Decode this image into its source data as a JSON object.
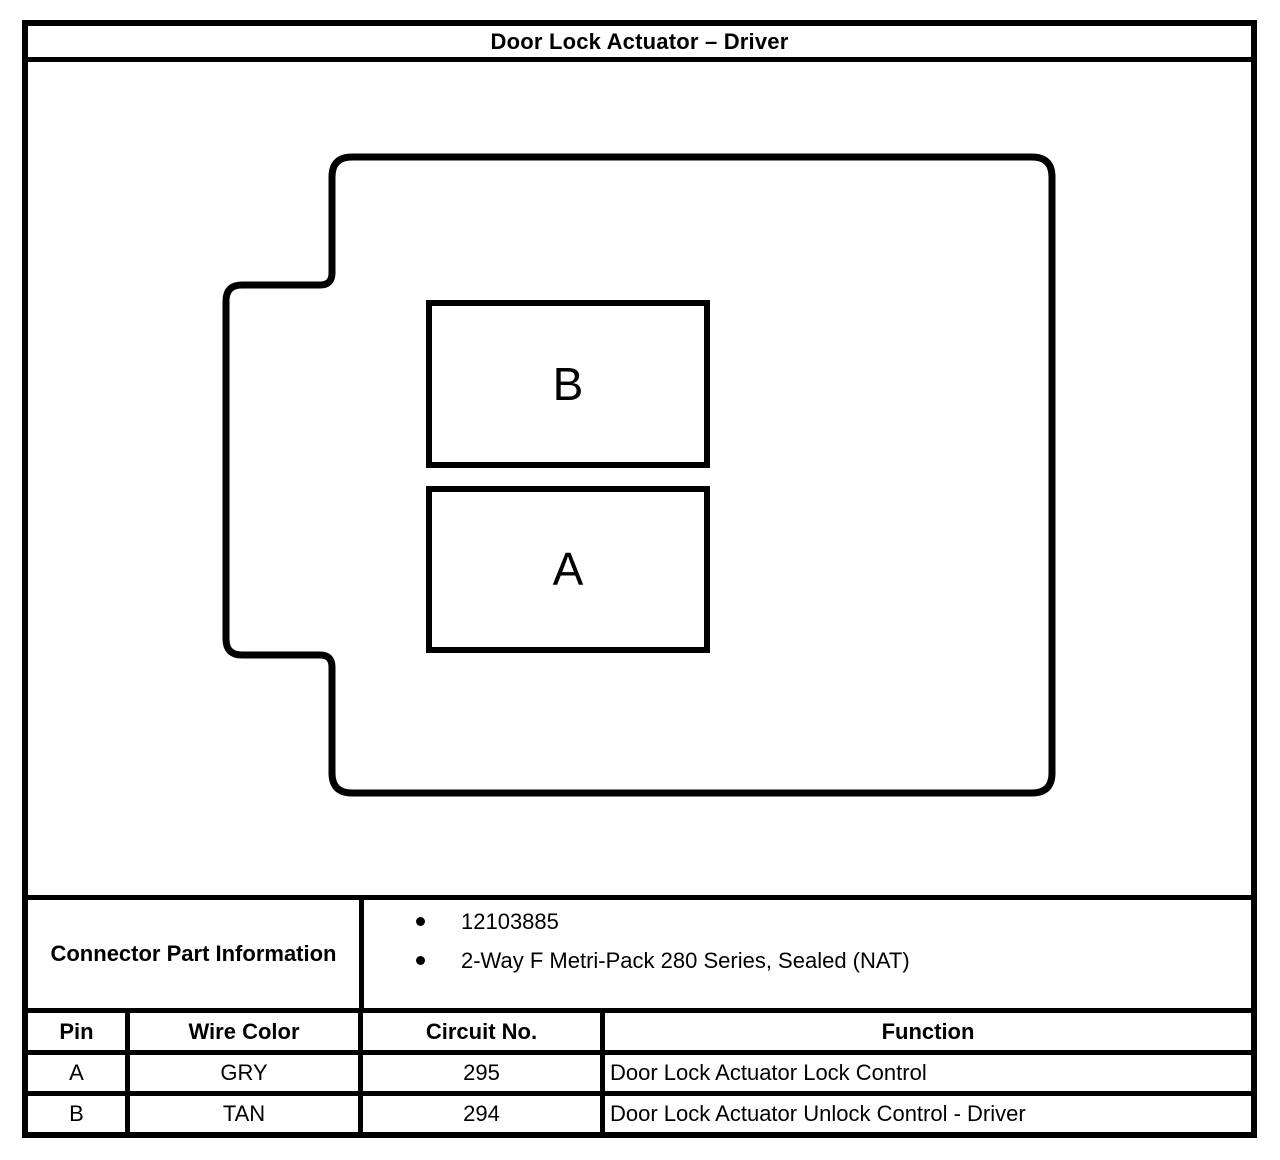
{
  "title": "Door Lock Actuator – Driver",
  "connector_diagram": {
    "pin_labels": {
      "top_cavity": "B",
      "bottom_cavity": "A"
    }
  },
  "connector_part_information": {
    "label": "Connector Part Information",
    "items": [
      "12103885",
      "2-Way F Metri-Pack 280 Series, Sealed (NAT)"
    ]
  },
  "pin_table": {
    "headers": [
      "Pin",
      "Wire Color",
      "Circuit No.",
      "Function"
    ],
    "rows": [
      {
        "pin": "A",
        "wire_color": "GRY",
        "circuit_no": "295",
        "function": "Door Lock Actuator Lock Control"
      },
      {
        "pin": "B",
        "wire_color": "TAN",
        "circuit_no": "294",
        "function": "Door Lock Actuator Unlock Control - Driver"
      }
    ]
  },
  "colors": {
    "ink": "#000000",
    "paper": "#ffffff"
  }
}
